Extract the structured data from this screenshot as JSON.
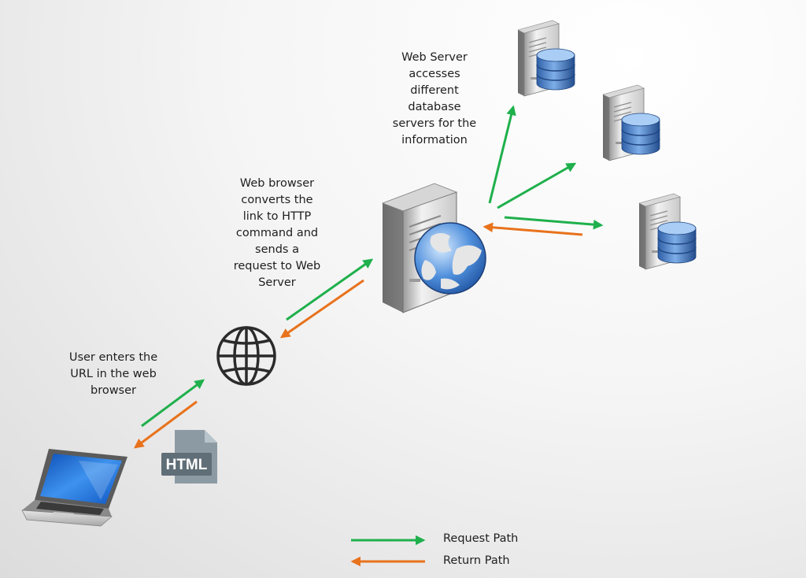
{
  "steps": {
    "user": "User enters the\nURL in the web\nbrowser",
    "browser": "Web browser\nconverts the\nlink to HTTP\ncommand and\nsends a\nrequest to Web\nServer",
    "server": "Web Server\naccesses\ndifferent\ndatabase\nservers for the\ninformation"
  },
  "file_badge": "HTML",
  "legend": {
    "request": "Request Path",
    "return": "Return Path"
  },
  "colors": {
    "request": "#1fb04c",
    "return": "#e8721c"
  },
  "icons": [
    "laptop-icon",
    "html-file-icon",
    "globe-icon",
    "web-server-icon",
    "database-server-icon"
  ]
}
